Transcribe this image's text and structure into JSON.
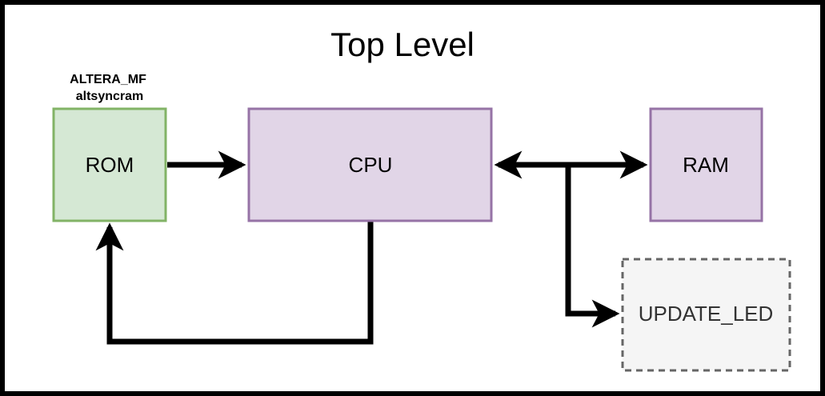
{
  "title": "Top Level",
  "rom_caption": {
    "line1": "ALTERA_MF",
    "line2": "altsyncram"
  },
  "blocks": {
    "rom": {
      "label": "ROM",
      "fill": "#d5e8d4",
      "stroke": "#82b366"
    },
    "cpu": {
      "label": "CPU",
      "fill": "#e1d5e7",
      "stroke": "#9673a6"
    },
    "ram": {
      "label": "RAM",
      "fill": "#e1d5e7",
      "stroke": "#9673a6"
    },
    "update_led": {
      "label": "UPDATE_LED",
      "fill": "#f5f5f5",
      "stroke": "#666666",
      "border": "dashed"
    }
  },
  "connections": [
    {
      "from": "ROM",
      "to": "CPU",
      "direction": "one-way"
    },
    {
      "from": "CPU",
      "to": "ROM",
      "direction": "one-way"
    },
    {
      "from": "CPU",
      "to": "RAM",
      "direction": "bidirectional"
    },
    {
      "from": "CPU",
      "to": "UPDATE_LED",
      "direction": "one-way"
    }
  ]
}
